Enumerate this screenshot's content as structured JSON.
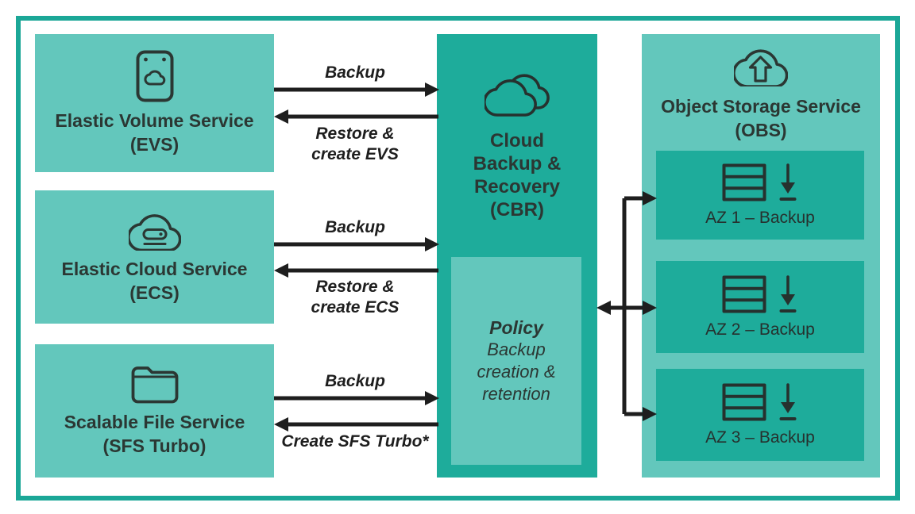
{
  "nodes": {
    "evs": {
      "line1": "Elastic Volume Service",
      "line2": "(EVS)"
    },
    "ecs": {
      "line1": "Elastic Cloud Service",
      "line2": "(ECS)"
    },
    "sfs": {
      "line1": "Scalable File Service",
      "line2": "(SFS Turbo)"
    },
    "cbr": {
      "line1": "Cloud",
      "line2": "Backup &",
      "line3": "Recovery",
      "line4": "(CBR)"
    },
    "policy": {
      "title": "Policy",
      "line1": "Backup",
      "line2": "creation &",
      "line3": "retention"
    },
    "obs": {
      "line1": "Object Storage Service",
      "line2": "(OBS)"
    },
    "az1": {
      "label": "AZ 1 – Backup"
    },
    "az2": {
      "label": "AZ 2 – Backup"
    },
    "az3": {
      "label": "AZ 3 – Backup"
    }
  },
  "edges": {
    "evs_backup": {
      "label": "Backup"
    },
    "evs_restore": {
      "line1": "Restore &",
      "line2": "create EVS"
    },
    "ecs_backup": {
      "label": "Backup"
    },
    "ecs_restore": {
      "line1": "Restore &",
      "line2": "create ECS"
    },
    "sfs_backup": {
      "label": "Backup"
    },
    "sfs_create": {
      "label": "Create SFS Turbo*"
    }
  },
  "colors": {
    "box_light": "#63C7BC",
    "box_dark": "#1EAC9B",
    "frame_border": "#1BA797",
    "text": "#2B3733",
    "arrow": "#1E1E1E",
    "background": "#FFFFFF"
  }
}
